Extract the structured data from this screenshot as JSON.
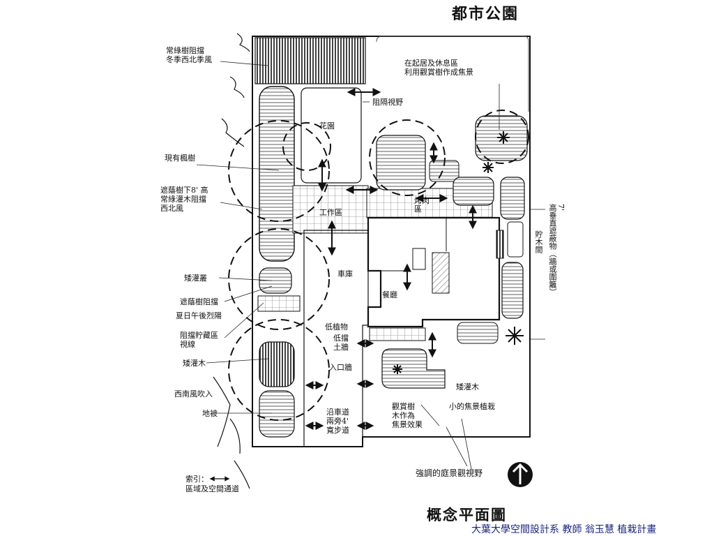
{
  "title_top": "都市公園",
  "title_bottom": "概念平面圖",
  "credit": "大葉大學空間設計系 教師 翁玉慧 植栽計畫",
  "labels": {
    "evergreen_wind": "常綠樹阻擋\n冬季西北季風",
    "existing_maple": "現有楓樹",
    "shade_shrub": "遮蔭樹下8' 高\n常綠灌木阻擋\n西北風",
    "dwarf_cluster": "矮灌叢",
    "shade_tree_block": "遮蔭樹阻擋",
    "afternoon_sun": "夏日午後烈陽",
    "block_storage": "阻擋貯藏區\n視線",
    "dwarf_shrub": "矮灌木",
    "southwest_wind": "西南風吹入",
    "ground_cover": "地被",
    "index": "索引：",
    "index_desc": "區域及空間通道",
    "seating_area": "在起居及休息區\n利用觀賞樹作成焦景",
    "block_view": "阻隔視野",
    "flower_garden": "花園",
    "work_area": "工作區",
    "bbq": "烤肉\n區",
    "garage": "車庫",
    "dining": "餐廳",
    "low_plants": "低植物",
    "low_wall": "低擋\n土牆",
    "entry_wall": "入口牆",
    "sidewalk": "沿車道\n兩旁4'\n寬步道",
    "ornamental_tree": "觀賞樹\n木作為\n焦景效果",
    "small_focal": "小的焦景植栽",
    "dwarf_shrub_right": "矮灌木",
    "emphasize_view": "強調的庭景觀視野",
    "screen_vertical": "7'\n高垂直遮蔽物（牆或圍籬）",
    "woodpile": "貯木間"
  }
}
